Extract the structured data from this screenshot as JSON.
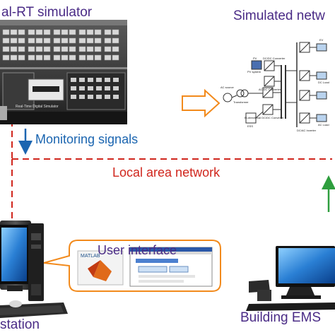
{
  "labels": {
    "simulator_title": "al-RT simulator",
    "network_title": "Simulated netw",
    "monitoring_signals": "Monitoring signals",
    "local_area_network": "Local area network",
    "user_interface": "User interface",
    "station": "station",
    "building_ems": "Building EMS"
  },
  "device_text": {
    "rack_caption": "Real-Time Digital Simulator",
    "matlab_logo": "MATLAB"
  },
  "network_diagram_text": {
    "pv": "PV",
    "pv_system": "PV system",
    "dcdc_converter": "DC/DC Converter",
    "acdc_converter": "AC/DC Converter",
    "ac_source": "AC source",
    "transformer": "Transformer",
    "bidirectional": "Bi-directional DC/DC Converter",
    "ess": "ESS",
    "dcac_inverter": "DC/AC Inverter",
    "dc_load": "DC Load",
    "ac_load": "AC Load",
    "ev": "EV"
  },
  "colors": {
    "title_purple": "#4a2b86",
    "monitor_blue": "#1b65b0",
    "lan_red": "#d0261d",
    "ems_green": "#2e9e3e",
    "arrow_orange": "#f28a1c"
  }
}
